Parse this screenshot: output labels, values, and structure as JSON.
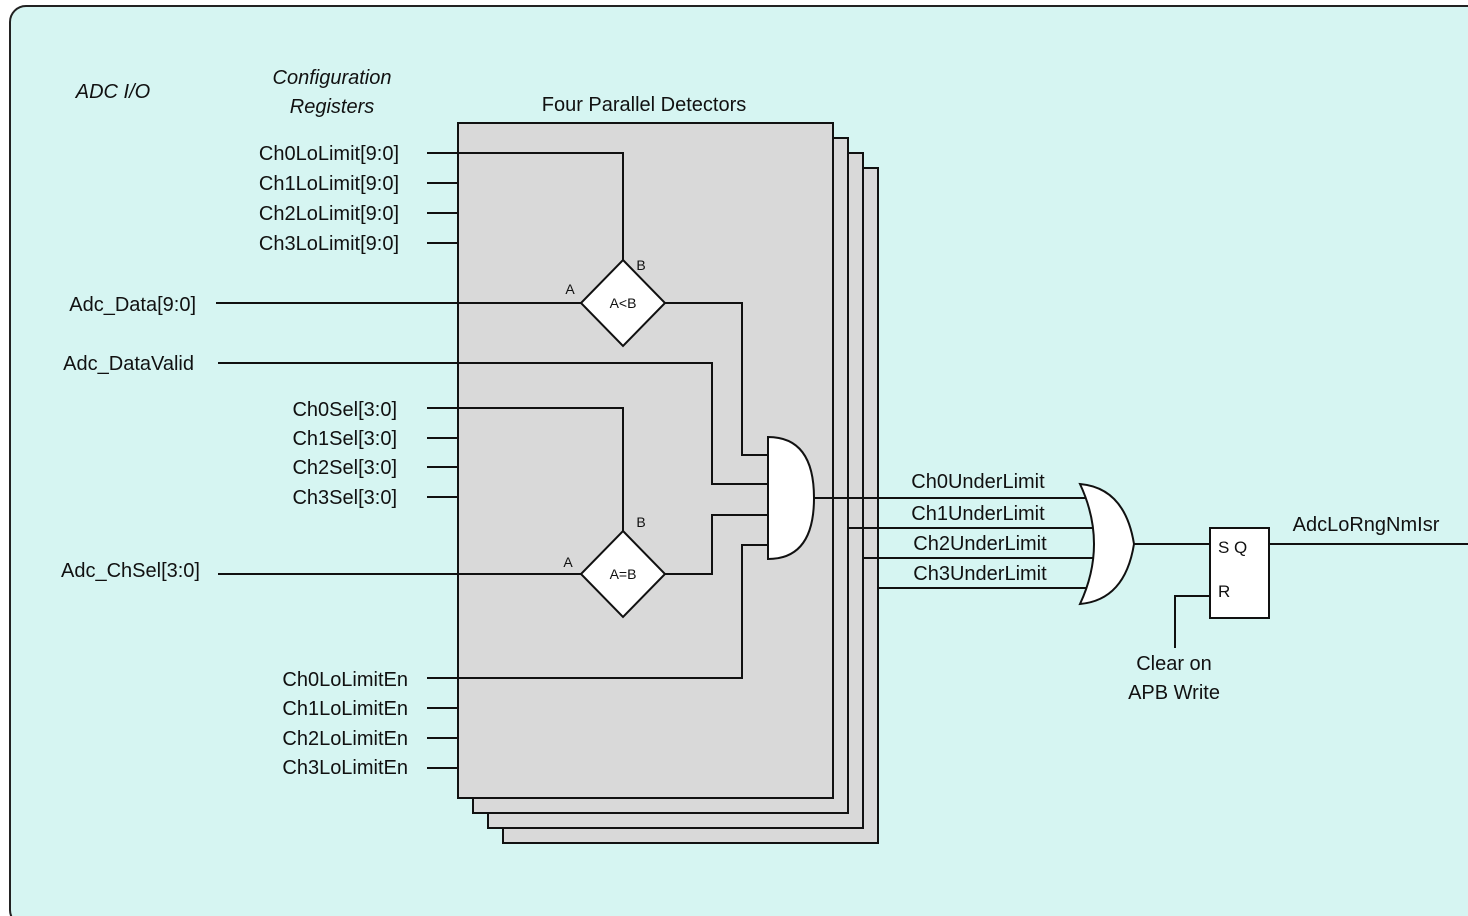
{
  "headers": {
    "adc_io": "ADC I/O",
    "config_line1": "Configuration",
    "config_line2": "Registers",
    "detectors": "Four Parallel Detectors"
  },
  "lo_limits": [
    "Ch0LoLimit[9:0]",
    "Ch1LoLimit[9:0]",
    "Ch2LoLimit[9:0]",
    "Ch3LoLimit[9:0]"
  ],
  "adc_data": "Adc_Data[9:0]",
  "adc_data_valid": "Adc_DataValid",
  "ch_sels": [
    "Ch0Sel[3:0]",
    "Ch1Sel[3:0]",
    "Ch2Sel[3:0]",
    "Ch3Sel[3:0]"
  ],
  "adc_chsel": "Adc_ChSel[3:0]",
  "lo_limit_ens": [
    "Ch0LoLimitEn",
    "Ch1LoLimitEn",
    "Ch2LoLimitEn",
    "Ch3LoLimitEn"
  ],
  "comparators": {
    "lt": {
      "op": "A<B",
      "a": "A",
      "b": "B"
    },
    "eq": {
      "op": "A=B",
      "a": "A",
      "b": "B"
    }
  },
  "under_limits": [
    "Ch0UnderLimit",
    "Ch1UnderLimit",
    "Ch2UnderLimit",
    "Ch3UnderLimit"
  ],
  "flipflop": {
    "sq": "S Q",
    "r": "R"
  },
  "output": "AdcLoRngNmIsr",
  "clear_line1": "Clear on",
  "clear_line2": "APB Write",
  "colors": {
    "background": "#d6f5f2",
    "detector_fill": "#d9d9d9"
  }
}
